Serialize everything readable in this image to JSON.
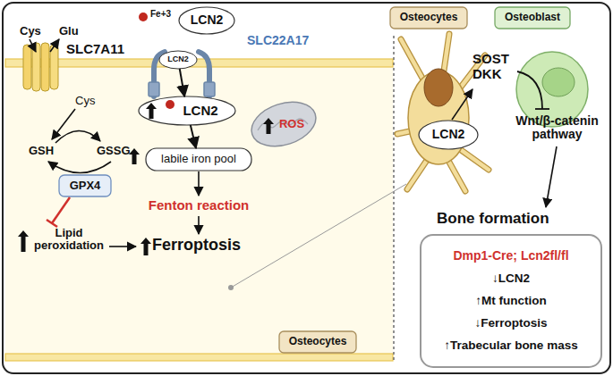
{
  "diagram": {
    "nodes": [
      {
        "text": [
          "LCN2"
        ]
      },
      {
        "text": [
          "LCN2"
        ]
      },
      {
        "text": [
          "LCN2"
        ]
      },
      {
        "text": [
          "labile iron pool"
        ]
      },
      {
        "text": [
          "GPX4"
        ]
      },
      {
        "text": [
          "ROS"
        ]
      },
      {
        "text": [
          "Osteocytes"
        ]
      },
      {
        "text": [
          "Osteocytes"
        ]
      },
      {
        "text": [
          "Osteoblast"
        ]
      },
      {
        "text": [
          "LCN2"
        ]
      },
      {
        "text": [
          "Dmp1-Cre; Lcn2fl/fl",
          "↓LCN2",
          "↑Mt function",
          "↓Ferroptosis",
          "↑Trabecular bone mass"
        ]
      }
    ],
    "edges": [
      {
        "from": 1,
        "to": 2,
        "arrow": "to"
      },
      {
        "from": 2,
        "to": 3,
        "arrow": "to"
      }
    ],
    "labels": [
      "Cys",
      "Glu",
      "SLC7A11",
      "Fe+3",
      "SLC22A17",
      "Cys",
      "GSH",
      "GSSG",
      "Lipid peroxidation",
      "Fenton reaction",
      "Ferroptosis",
      "SOST DKK",
      "Wnt/β-catenin pathway",
      "Bone formation"
    ]
  }
}
